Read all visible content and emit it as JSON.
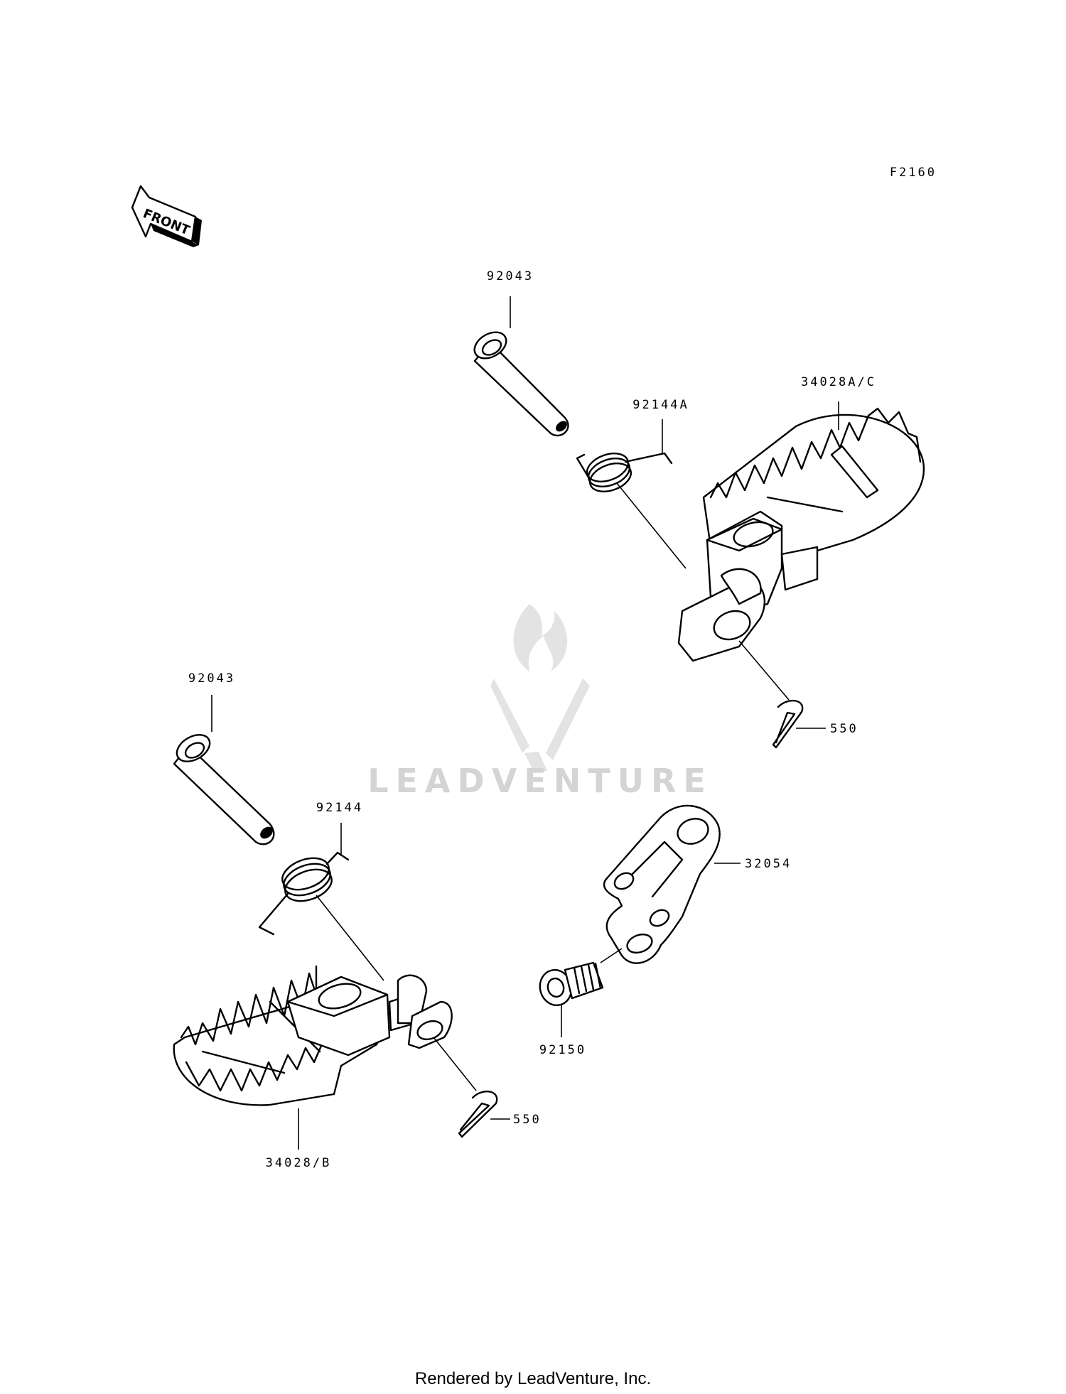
{
  "diagram_code": "F2160",
  "front_arrow_label": "FRONT",
  "watermark": {
    "brand": "LEADVENTURE",
    "logo_icon": "flame-v-logo"
  },
  "footer": "Rendered by LeadVenture, Inc.",
  "labels": {
    "pin_right": "92043",
    "pin_left": "92043",
    "spring_right": "92144A",
    "spring_left": "92144",
    "footpeg_right": "34028A/C",
    "footpeg_left": "34028/B",
    "cotter_pin_right": "550",
    "cotter_pin_left": "550",
    "bracket": "32054",
    "bolt": "92150"
  }
}
